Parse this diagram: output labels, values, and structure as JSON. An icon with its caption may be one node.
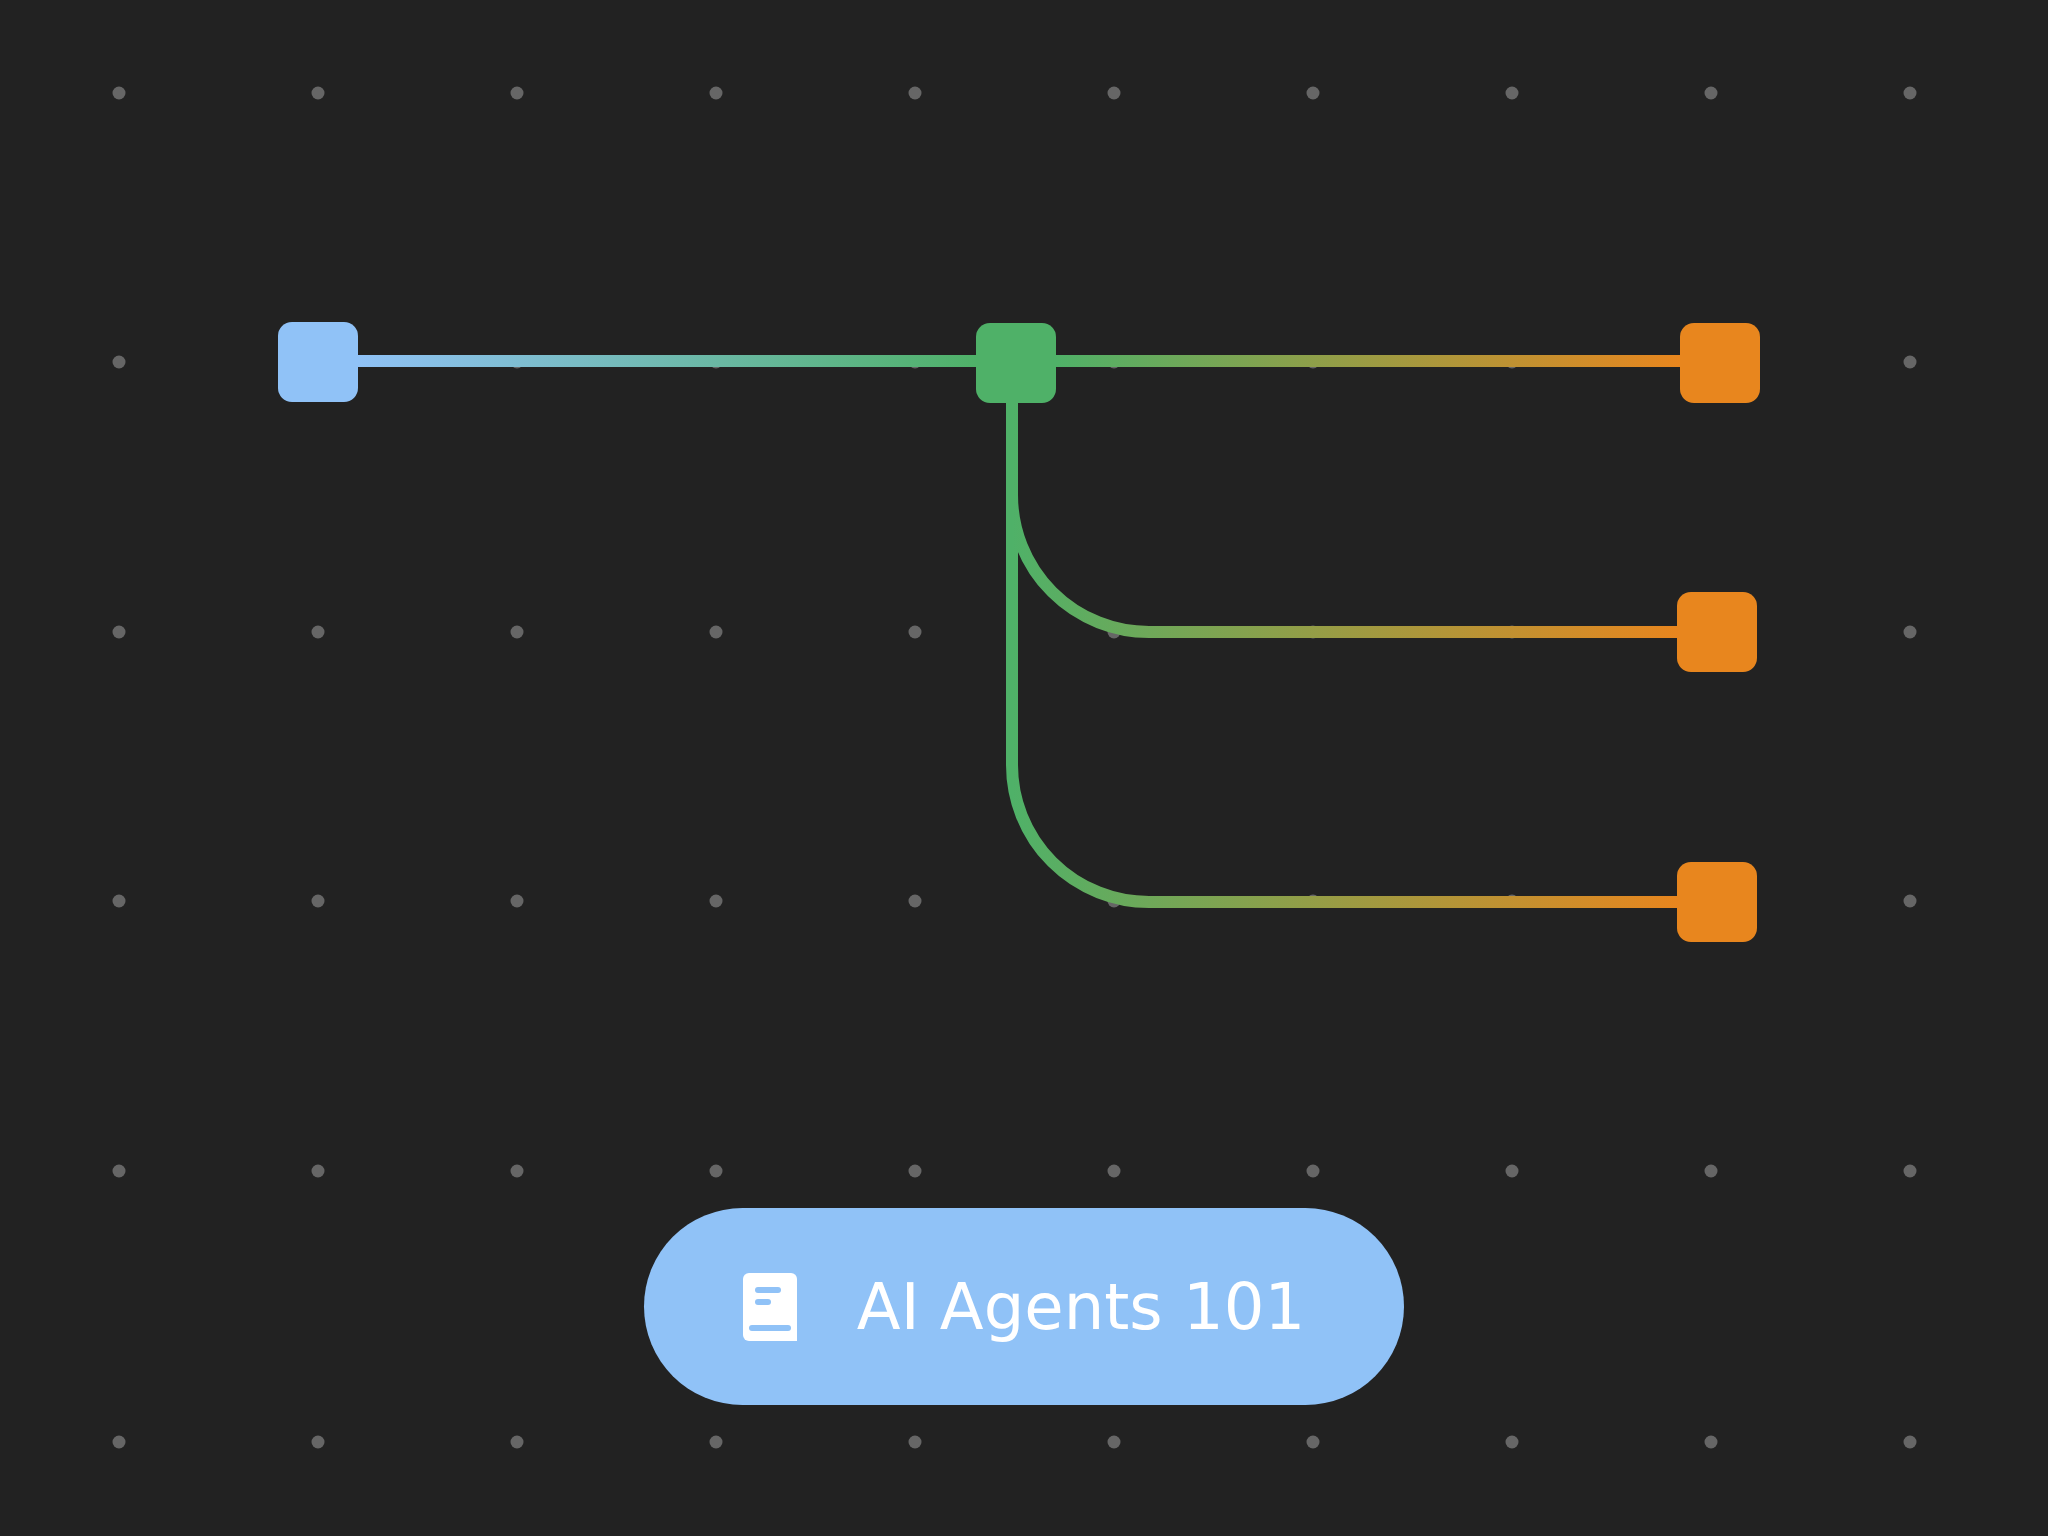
{
  "diagram": {
    "nodes": [
      {
        "text": [],
        "shape": "box"
      },
      {
        "text": [],
        "shape": "box"
      },
      {
        "text": [],
        "shape": "box"
      },
      {
        "text": [],
        "shape": "box"
      },
      {
        "text": [],
        "shape": "box"
      },
      {
        "text": [
          "AI Agents 101"
        ]
      }
    ],
    "edges": [
      {
        "from": 0,
        "to": 1,
        "arrow": "none"
      },
      {
        "from": 1,
        "to": 2,
        "arrow": "none"
      },
      {
        "from": 1,
        "to": 3,
        "arrow": "none"
      },
      {
        "from": 1,
        "to": 4,
        "arrow": "none"
      }
    ]
  }
}
